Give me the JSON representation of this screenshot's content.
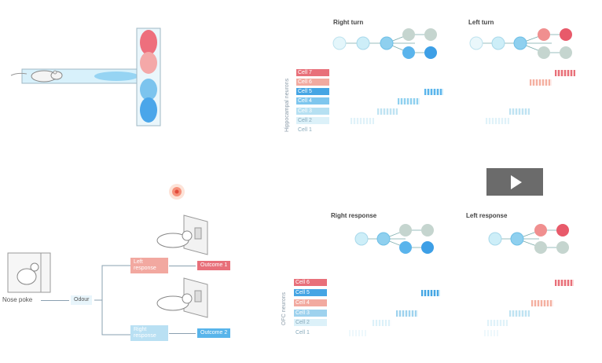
{
  "top": {
    "turn_titles": [
      "Right turn",
      "Left turn"
    ],
    "ylabel": "Hippocampal neurons",
    "cells": [
      "Cell 7",
      "Cell 6",
      "Cell 5",
      "Cell 4",
      "Cell 3",
      "Cell 2",
      "Cell 1"
    ]
  },
  "bottom": {
    "response_titles": [
      "Right response",
      "Left response"
    ],
    "ylabel": "OFC neurons",
    "cells": [
      "Cell 6",
      "Cell 5",
      "Cell 4",
      "Cell 3",
      "Cell 2",
      "Cell 1"
    ],
    "flow": {
      "nose_poke": "Nose poke",
      "odour": "Odour",
      "left_response": "Left\nresponse",
      "right_response": "Right\nresponse",
      "outcome_1": "Outcome 1",
      "outcome_2": "Outcome 2"
    }
  },
  "colors": {
    "red": "#e8707a",
    "salmon": "#f0a898",
    "blue": "#4aa8e6",
    "light_blue": "#a8d8ee",
    "pale_blue": "#dff1f9",
    "gray_green": "#c8d6d0"
  },
  "icons": [
    "rat-icon",
    "play-icon",
    "odour-source-icon"
  ]
}
